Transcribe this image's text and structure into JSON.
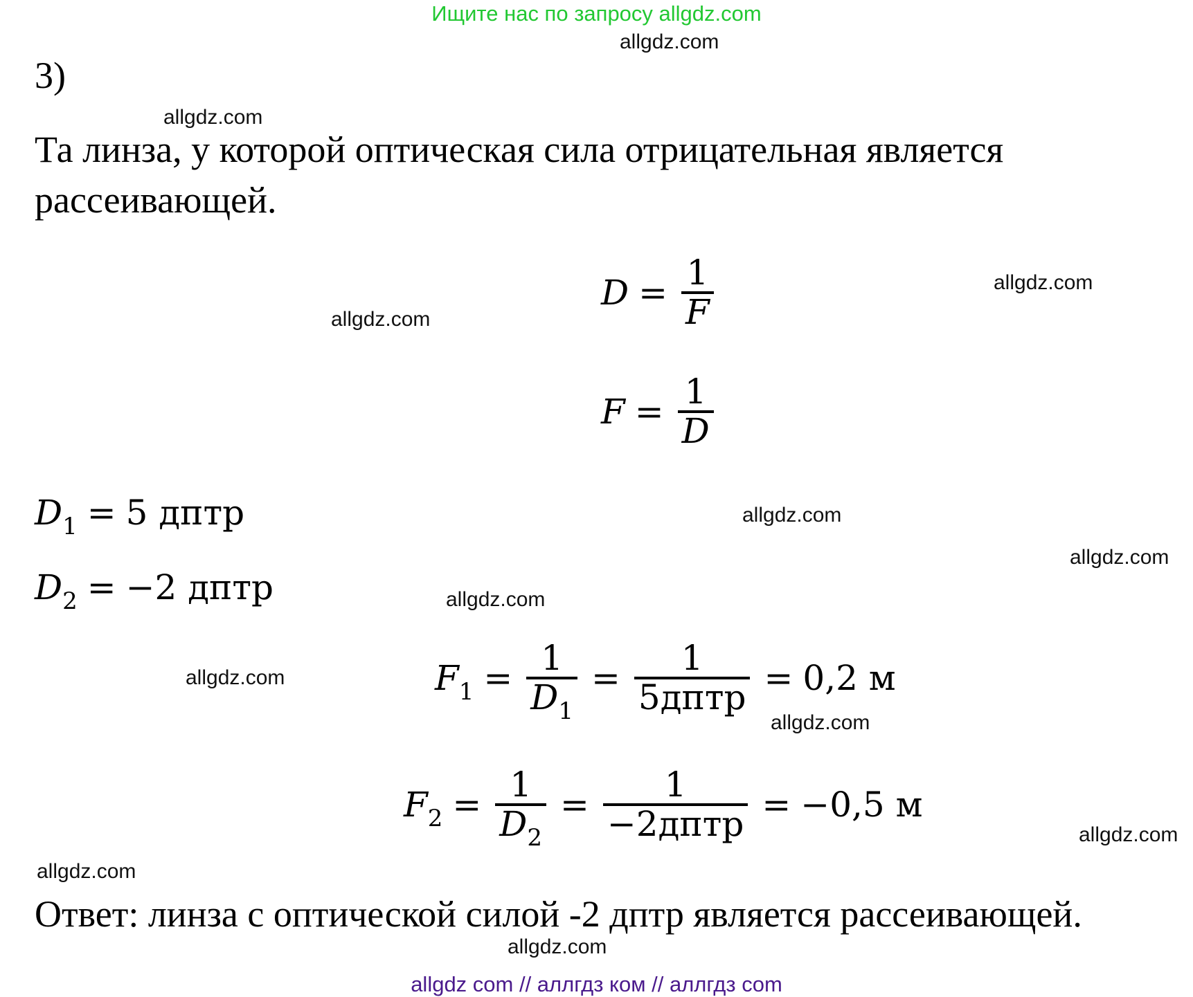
{
  "header": {
    "banner": "Ищите нас по запросу allgdz.com"
  },
  "watermarks": [
    "allgdz.com",
    "allgdz.com",
    "allgdz.com",
    "allgdz.com",
    "allgdz.com",
    "allgdz.com",
    "allgdz.com",
    "allgdz.com",
    "allgdz.com",
    "allgdz.com",
    "allgdz.com",
    "allgdz.com"
  ],
  "task": {
    "number": "3)",
    "statement_line1": "Та линза, у которой оптическая сила отрицательная является",
    "statement_line2": "рассеивающей."
  },
  "formulas": {
    "f1": {
      "lhs": "D",
      "eq": "=",
      "num": "1",
      "den": "F"
    },
    "f2": {
      "lhs": "F",
      "eq": "=",
      "num": "1",
      "den": "D"
    }
  },
  "given": [
    {
      "var": "D",
      "sub": "1",
      "eq": "=",
      "value": "5 дптр"
    },
    {
      "var": "D",
      "sub": "2",
      "eq": "=",
      "value": "−2 дптр"
    }
  ],
  "calc": [
    {
      "var": "F",
      "sub": "1",
      "eq": "=",
      "num1": "1",
      "den1_var": "D",
      "den1_sub": "1",
      "num2": "1",
      "den2": "5дптр",
      "result": "0,2 м"
    },
    {
      "var": "F",
      "sub": "2",
      "eq": "=",
      "num1": "1",
      "den1_var": "D",
      "den1_sub": "2",
      "num2": "1",
      "den2": "−2дптр",
      "result": "−0,5 м"
    }
  ],
  "answer": "Ответ: линза с оптической силой -2 дптр является рассеивающей.",
  "footer": {
    "links": "allgdz com  //  аллгдз ком  //  аллгдз com"
  }
}
